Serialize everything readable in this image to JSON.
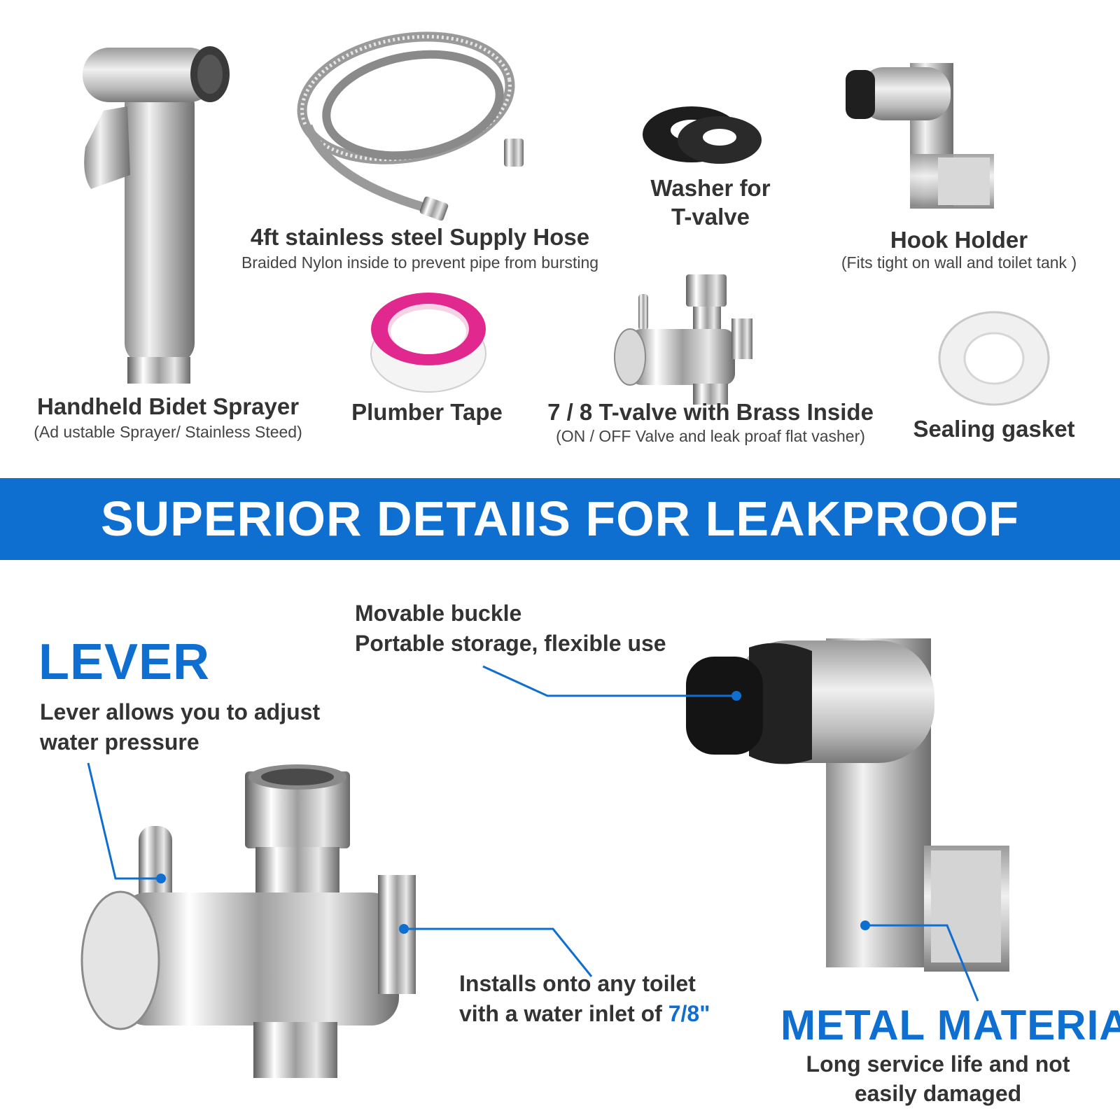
{
  "parts": {
    "sprayer": {
      "title": "Handheld Bidet Sprayer",
      "subtitle": "(Ad ustable Sprayer/ Stainless Steed)"
    },
    "hose": {
      "title": "4ft stainless steel Supply Hose",
      "subtitle": "Braided Nylon inside to prevent pipe from bursting"
    },
    "washer": {
      "title_line1": "Washer for",
      "title_line2": "T-valve"
    },
    "hook_holder": {
      "title": "Hook Holder",
      "subtitle": "(Fits tight on wall and toilet tank )"
    },
    "plumber_tape": {
      "title": "Plumber Tape"
    },
    "t_valve": {
      "title": "7 / 8 T-valve with Brass Inside",
      "subtitle": "(ON / OFF Valve and leak proaf flat vasher)"
    },
    "gasket": {
      "title": "Sealing gasket"
    }
  },
  "banner": {
    "text": "SUPERIOR DETAIIS FOR LEAKPROOF"
  },
  "details": {
    "lever": {
      "heading": "LEVER",
      "line1": "Lever allows you to adjust",
      "line2": "water pressure"
    },
    "buckle": {
      "line1": "Movable buckle",
      "line2": "Portable storage, flexible use"
    },
    "installs": {
      "line1": "Installs onto any toilet",
      "line2_prefix": "vith a water inlet of ",
      "line2_highlight": "7/8\""
    },
    "metal": {
      "heading": "METAL MATERIAL",
      "line1": "Long service life and not",
      "line2": "easily damaged"
    }
  },
  "colors": {
    "accent": "#0f6fd0",
    "text": "#333333",
    "tape_pink": "#e0288f",
    "banner_text": "#ffffff"
  }
}
